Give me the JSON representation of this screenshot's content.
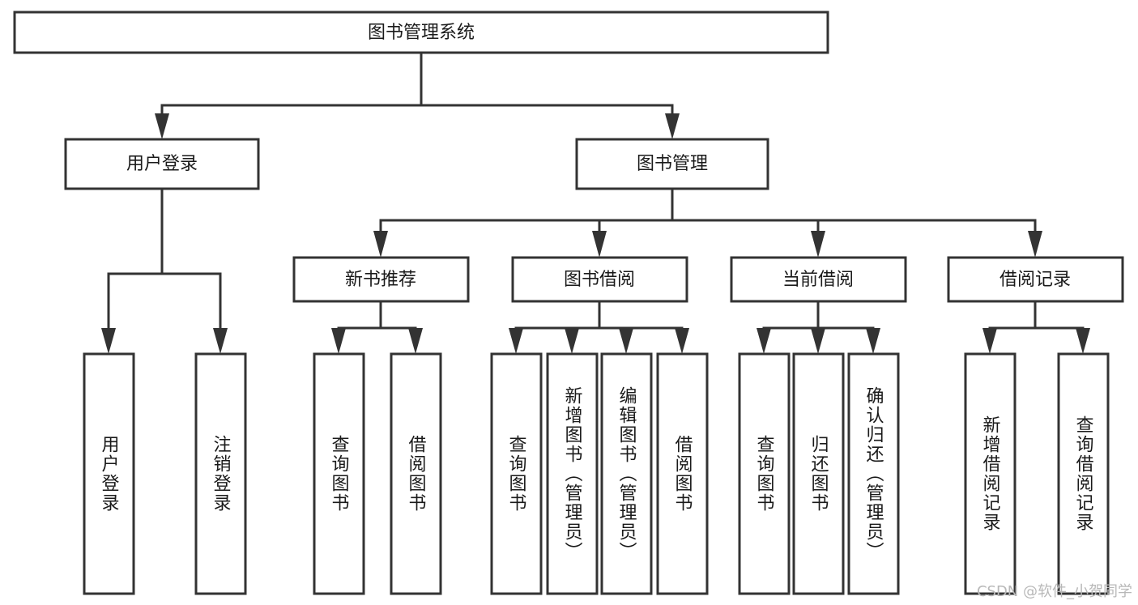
{
  "diagram": {
    "type": "tree",
    "title": "图书管理系统",
    "root": {
      "label": "图书管理系统"
    },
    "level2": [
      {
        "label": "用户登录"
      },
      {
        "label": "图书管理"
      }
    ],
    "level3": [
      {
        "label": "新书推荐"
      },
      {
        "label": "图书借阅"
      },
      {
        "label": "当前借阅"
      },
      {
        "label": "借阅记录"
      }
    ],
    "leaves": {
      "user_login": [
        {
          "label": "用户登录"
        },
        {
          "label": "注销登录"
        }
      ],
      "new_book_recommend": [
        {
          "label": "查询图书"
        },
        {
          "label": "借阅图书"
        }
      ],
      "book_borrow": [
        {
          "label": "查询图书"
        },
        {
          "label": "新增图书（管理员）"
        },
        {
          "label": "编辑图书（管理员）"
        },
        {
          "label": "借阅图书"
        }
      ],
      "current_borrow": [
        {
          "label": "查询图书"
        },
        {
          "label": "归还图书"
        },
        {
          "label": "确认归还（管理员）"
        }
      ],
      "borrow_record": [
        {
          "label": "新增借阅记录"
        },
        {
          "label": "查询借阅记录"
        }
      ]
    }
  },
  "watermark": {
    "text": "CSDN @软件_小贺同学"
  },
  "colors": {
    "stroke": "#333333",
    "fill": "#ffffff",
    "text": "#1a1a1a",
    "watermark": "#b8b8b8"
  }
}
